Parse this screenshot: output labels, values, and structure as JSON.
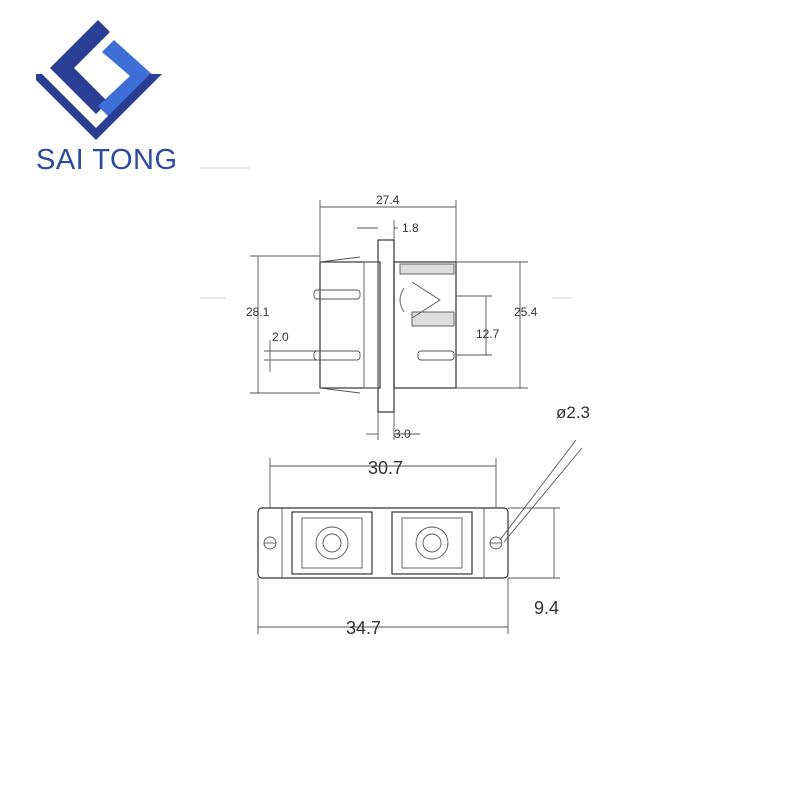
{
  "brand": {
    "name": "SAI TONG",
    "colors": {
      "dark_blue": "#2a3f94",
      "light_blue": "#3d6fd6",
      "text_blue": "#2c4aa0"
    }
  },
  "drawing": {
    "side_view": {
      "width_total": "27.4",
      "flange_thickness": "1.8",
      "height_overall": "28.1",
      "height_body": "25.4",
      "pin_spacing": "12.7",
      "pin_offset": "2.0",
      "flange_offset": "3.0"
    },
    "front_view": {
      "hole_spacing": "30.7",
      "length_overall": "34.7",
      "height": "9.4",
      "hole_diameter": "ø2.3"
    }
  }
}
